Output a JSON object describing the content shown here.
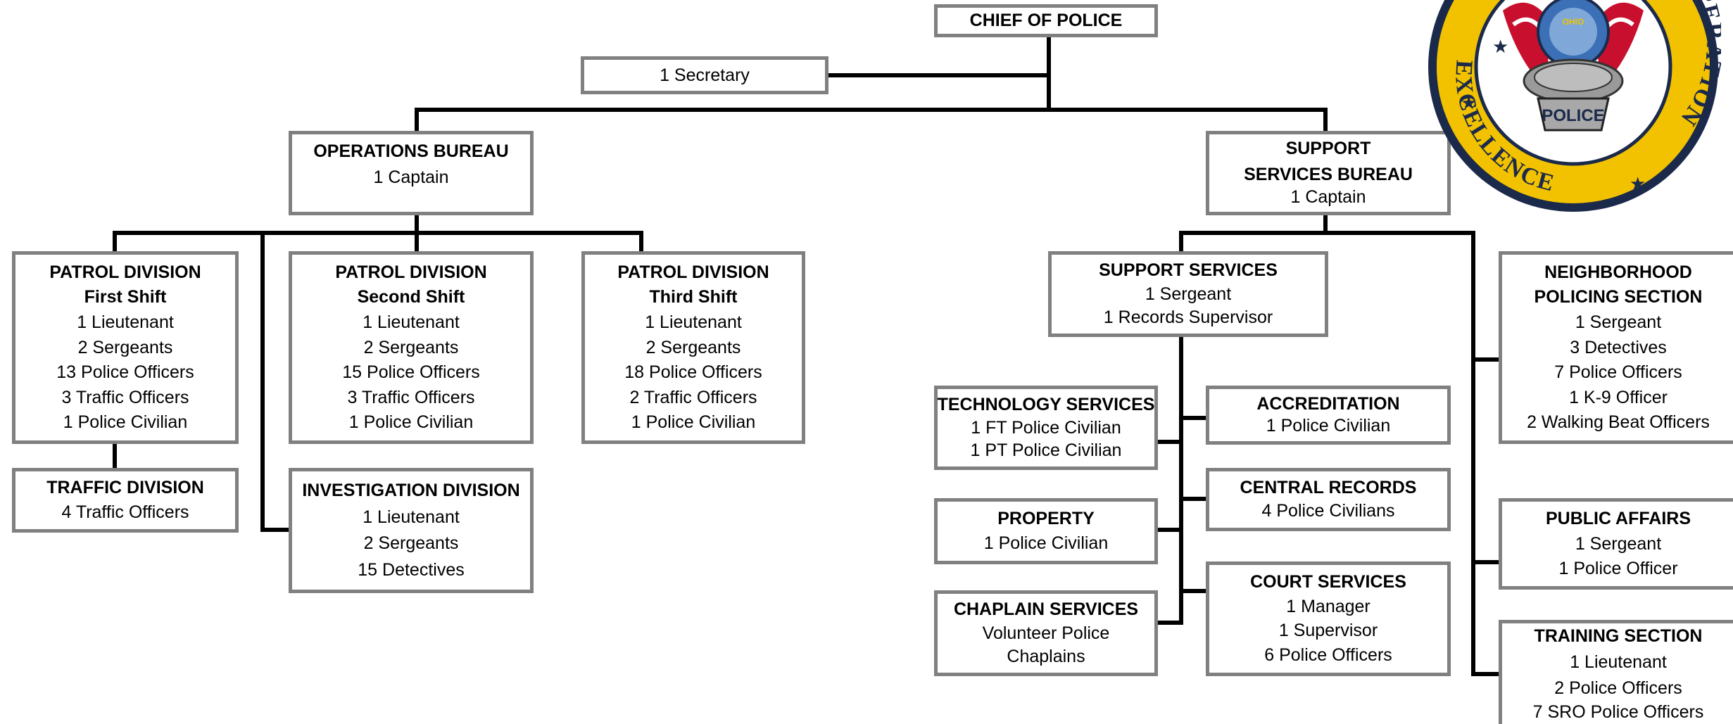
{
  "chief": {
    "title": "CHIEF OF POLICE"
  },
  "secretary": {
    "label": "1 Secretary"
  },
  "operations_bureau": {
    "title": "OPERATIONS BUREAU",
    "staff": [
      "1 Captain"
    ]
  },
  "support_bureau": {
    "title_lines": [
      "SUPPORT",
      "SERVICES BUREAU"
    ],
    "staff": [
      "1 Captain"
    ]
  },
  "patrol_first": {
    "title": "PATROL DIVISION",
    "subtitle": "First Shift",
    "staff": [
      "1 Lieutenant",
      "2 Sergeants",
      "13 Police Officers",
      "3 Traffic Officers",
      "1 Police Civilian"
    ]
  },
  "patrol_second": {
    "title": "PATROL DIVISION",
    "subtitle": "Second Shift",
    "staff": [
      "1 Lieutenant",
      "2 Sergeants",
      "15 Police Officers",
      "3 Traffic Officers",
      "1 Police Civilian"
    ]
  },
  "patrol_third": {
    "title": "PATROL DIVISION",
    "subtitle": "Third Shift",
    "staff": [
      "1 Lieutenant",
      "2 Sergeants",
      "18 Police Officers",
      "2 Traffic Officers",
      "1 Police Civilian"
    ]
  },
  "traffic_division": {
    "title": "TRAFFIC DIVISION",
    "staff": [
      "4 Traffic Officers"
    ]
  },
  "investigation_division": {
    "title": "INVESTIGATION DIVISION",
    "staff": [
      "1 Lieutenant",
      "2 Sergeants",
      "15 Detectives"
    ]
  },
  "support_services": {
    "title": "SUPPORT SERVICES",
    "staff": [
      "1 Sergeant",
      "1 Records Supervisor"
    ]
  },
  "technology_services": {
    "title": "TECHNOLOGY SERVICES",
    "staff": [
      "1 FT Police Civilian",
      "1 PT Police Civilian"
    ]
  },
  "accreditation": {
    "title": "ACCREDITATION",
    "staff": [
      "1 Police Civilian"
    ]
  },
  "property": {
    "title": "PROPERTY",
    "staff": [
      "1 Police Civilian"
    ]
  },
  "central_records": {
    "title": "CENTRAL RECORDS",
    "staff": [
      "4 Police Civilians"
    ]
  },
  "chaplain_services": {
    "title": "CHAPLAIN SERVICES",
    "staff": [
      "Volunteer Police",
      "Chaplains"
    ]
  },
  "court_services": {
    "title": "COURT SERVICES",
    "staff": [
      "1 Manager",
      "1 Supervisor",
      "6 Police Officers"
    ]
  },
  "neighborhood_policing": {
    "title_lines": [
      "NEIGHBORHOOD",
      "POLICING SECTION"
    ],
    "staff": [
      "1 Sergeant",
      "3 Detectives",
      "7 Police Officers",
      "1 K-9 Officer",
      "2 Walking Beat Officers"
    ]
  },
  "public_affairs": {
    "title": "PUBLIC AFFAIRS",
    "staff": [
      "1 Sergeant",
      "1 Police Officer"
    ]
  },
  "training_section": {
    "title": "TRAINING SECTION",
    "staff": [
      "1 Lieutenant",
      "2 Police Officers",
      "7 SRO Police Officers"
    ]
  },
  "seal": {
    "ring_text_right": "COOPERATION",
    "ring_text_left": "EXCELLENCE",
    "banner": "POLICE",
    "state": "OHIO",
    "colors": {
      "gold": "#F2C200",
      "navy": "#1B2A4A",
      "red": "#C8102E"
    }
  },
  "style": {
    "box_border": "#808080",
    "connector": "#000000"
  }
}
